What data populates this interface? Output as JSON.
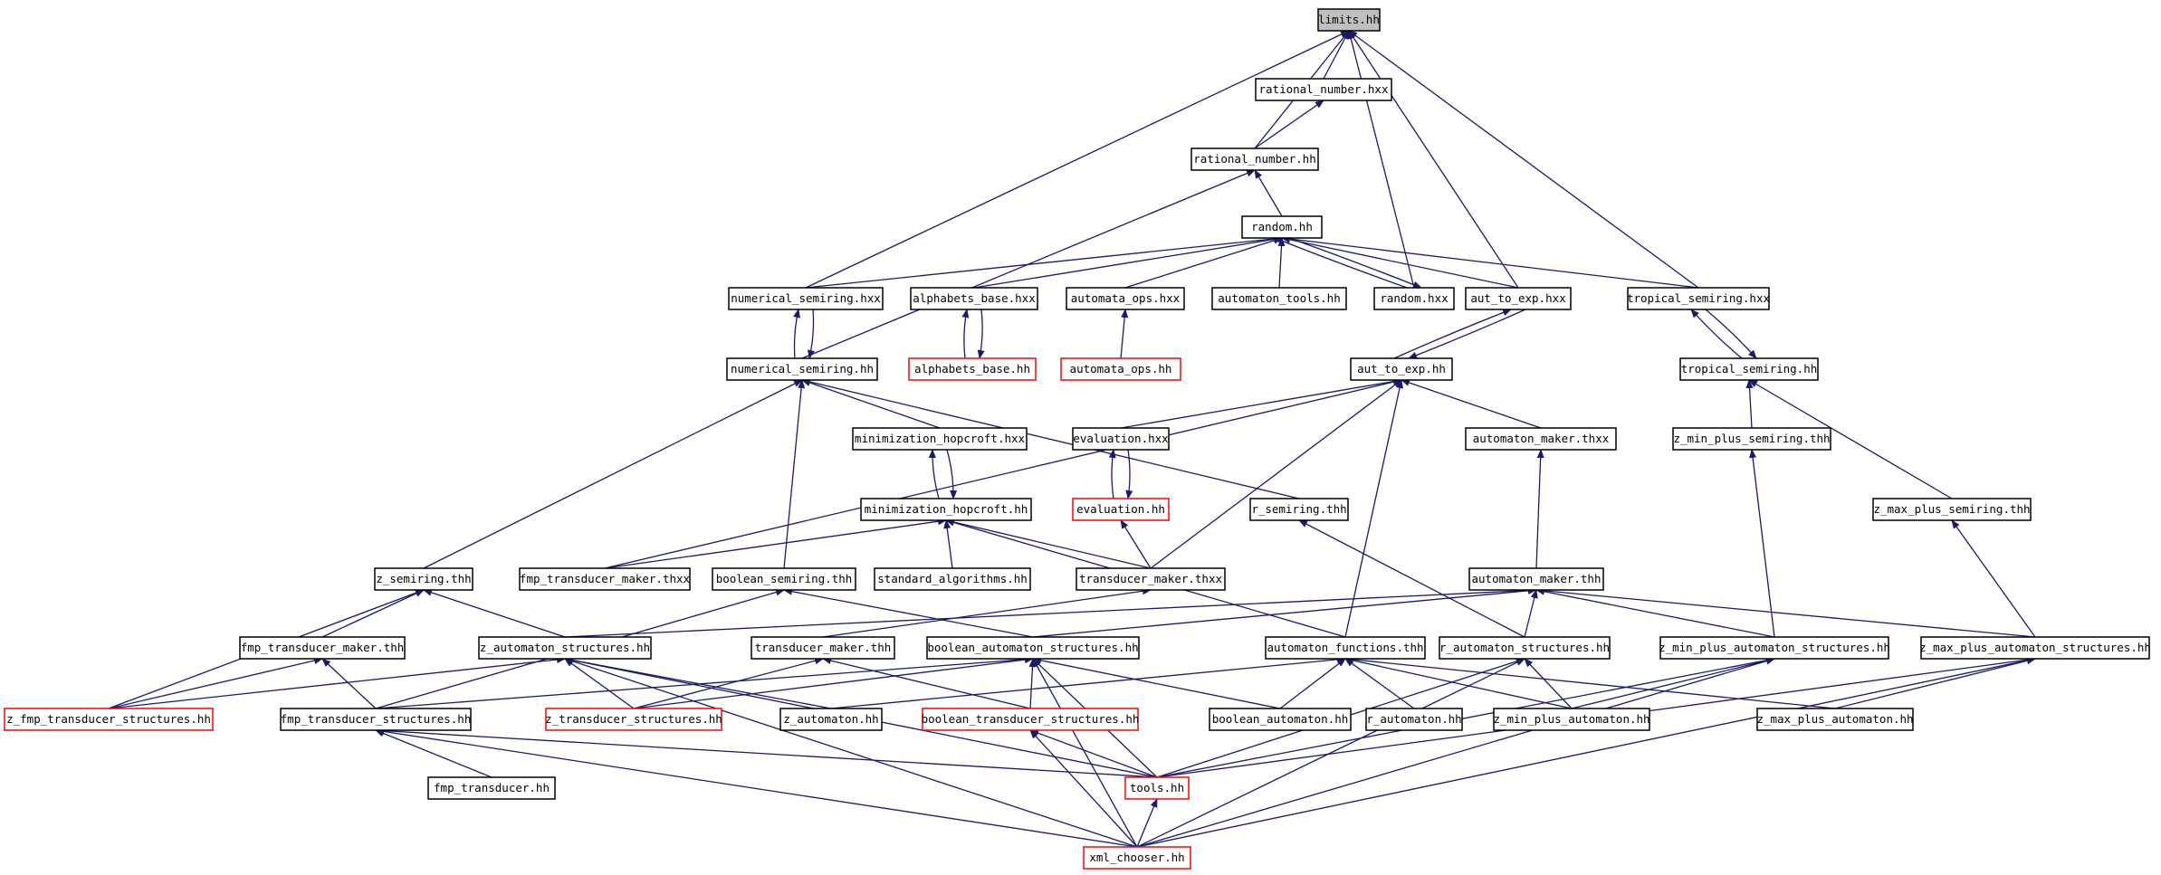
{
  "diagram": {
    "nodes": [
      {
        "id": "limits_hh",
        "label": "limits.hh",
        "style": "highlight"
      },
      {
        "id": "rational_number_hxx",
        "label": "rational_number.hxx",
        "style": "normal"
      },
      {
        "id": "rational_number_hh",
        "label": "rational_number.hh",
        "style": "normal"
      },
      {
        "id": "random_hh",
        "label": "random.hh",
        "style": "normal"
      },
      {
        "id": "numerical_semiring_hxx",
        "label": "numerical_semiring.hxx",
        "style": "normal"
      },
      {
        "id": "alphabets_base_hxx",
        "label": "alphabets_base.hxx",
        "style": "normal"
      },
      {
        "id": "automata_ops_hxx",
        "label": "automata_ops.hxx",
        "style": "normal"
      },
      {
        "id": "automaton_tools_hh",
        "label": "automaton_tools.hh",
        "style": "normal"
      },
      {
        "id": "random_hxx",
        "label": "random.hxx",
        "style": "normal"
      },
      {
        "id": "aut_to_exp_hxx",
        "label": "aut_to_exp.hxx",
        "style": "normal"
      },
      {
        "id": "tropical_semiring_hxx",
        "label": "tropical_semiring.hxx",
        "style": "normal"
      },
      {
        "id": "numerical_semiring_hh",
        "label": "numerical_semiring.hh",
        "style": "normal"
      },
      {
        "id": "alphabets_base_hh",
        "label": "alphabets_base.hh",
        "style": "red"
      },
      {
        "id": "automata_ops_hh",
        "label": "automata_ops.hh",
        "style": "red"
      },
      {
        "id": "aut_to_exp_hh",
        "label": "aut_to_exp.hh",
        "style": "normal"
      },
      {
        "id": "tropical_semiring_hh",
        "label": "tropical_semiring.hh",
        "style": "normal"
      },
      {
        "id": "minimization_hopcroft_hxx",
        "label": "minimization_hopcroft.hxx",
        "style": "normal"
      },
      {
        "id": "evaluation_hxx",
        "label": "evaluation.hxx",
        "style": "normal"
      },
      {
        "id": "automaton_maker_thxx",
        "label": "automaton_maker.thxx",
        "style": "normal"
      },
      {
        "id": "z_min_plus_semiring_thh",
        "label": "z_min_plus_semiring.thh",
        "style": "normal"
      },
      {
        "id": "minimization_hopcroft_hh",
        "label": "minimization_hopcroft.hh",
        "style": "normal"
      },
      {
        "id": "evaluation_hh",
        "label": "evaluation.hh",
        "style": "red"
      },
      {
        "id": "r_semiring_thh",
        "label": "r_semiring.thh",
        "style": "normal"
      },
      {
        "id": "z_max_plus_semiring_thh",
        "label": "z_max_plus_semiring.thh",
        "style": "normal"
      },
      {
        "id": "z_semiring_thh",
        "label": "z_semiring.thh",
        "style": "normal"
      },
      {
        "id": "fmp_transducer_maker_thxx",
        "label": "fmp_transducer_maker.thxx",
        "style": "normal"
      },
      {
        "id": "boolean_semiring_thh",
        "label": "boolean_semiring.thh",
        "style": "normal"
      },
      {
        "id": "standard_algorithms_hh",
        "label": "standard_algorithms.hh",
        "style": "normal"
      },
      {
        "id": "transducer_maker_thxx",
        "label": "transducer_maker.thxx",
        "style": "normal"
      },
      {
        "id": "automaton_maker_thh",
        "label": "automaton_maker.thh",
        "style": "normal"
      },
      {
        "id": "fmp_transducer_maker_thh",
        "label": "fmp_transducer_maker.thh",
        "style": "normal"
      },
      {
        "id": "z_automaton_structures_hh",
        "label": "z_automaton_structures.hh",
        "style": "normal"
      },
      {
        "id": "transducer_maker_thh",
        "label": "transducer_maker.thh",
        "style": "normal"
      },
      {
        "id": "boolean_automaton_structures_hh",
        "label": "boolean_automaton_structures.hh",
        "style": "normal"
      },
      {
        "id": "automaton_functions_thh",
        "label": "automaton_functions.thh",
        "style": "normal"
      },
      {
        "id": "r_automaton_structures_hh",
        "label": "r_automaton_structures.hh",
        "style": "normal"
      },
      {
        "id": "z_min_plus_automaton_structures_hh",
        "label": "z_min_plus_automaton_structures.hh",
        "style": "normal"
      },
      {
        "id": "z_max_plus_automaton_structures_hh",
        "label": "z_max_plus_automaton_structures.hh",
        "style": "normal"
      },
      {
        "id": "z_fmp_transducer_structures_hh",
        "label": "z_fmp_transducer_structures.hh",
        "style": "red"
      },
      {
        "id": "fmp_transducer_structures_hh",
        "label": "fmp_transducer_structures.hh",
        "style": "normal"
      },
      {
        "id": "z_transducer_structures_hh",
        "label": "z_transducer_structures.hh",
        "style": "red"
      },
      {
        "id": "z_automaton_hh",
        "label": "z_automaton.hh",
        "style": "normal"
      },
      {
        "id": "boolean_transducer_structures_hh",
        "label": "boolean_transducer_structures.hh",
        "style": "red"
      },
      {
        "id": "boolean_automaton_hh",
        "label": "boolean_automaton.hh",
        "style": "normal"
      },
      {
        "id": "r_automaton_hh",
        "label": "r_automaton.hh",
        "style": "normal"
      },
      {
        "id": "z_min_plus_automaton_hh",
        "label": "z_min_plus_automaton.hh",
        "style": "normal"
      },
      {
        "id": "z_max_plus_automaton_hh",
        "label": "z_max_plus_automaton.hh",
        "style": "normal"
      },
      {
        "id": "fmp_transducer_hh",
        "label": "fmp_transducer.hh",
        "style": "normal"
      },
      {
        "id": "tools_hh",
        "label": "tools.hh",
        "style": "red"
      },
      {
        "id": "xml_chooser_hh",
        "label": "xml_chooser.hh",
        "style": "red"
      }
    ],
    "edges": [
      [
        "rational_number_hxx",
        "limits_hh"
      ],
      [
        "rational_number_hh",
        "limits_hh"
      ],
      [
        "numerical_semiring_hxx",
        "limits_hh"
      ],
      [
        "random_hxx",
        "limits_hh"
      ],
      [
        "aut_to_exp_hxx",
        "limits_hh"
      ],
      [
        "tropical_semiring_hxx",
        "limits_hh"
      ],
      [
        "rational_number_hh",
        "rational_number_hxx"
      ],
      [
        "random_hh",
        "rational_number_hh"
      ],
      [
        "numerical_semiring_hh",
        "rational_number_hh"
      ],
      [
        "numerical_semiring_hxx",
        "random_hh"
      ],
      [
        "alphabets_base_hxx",
        "random_hh"
      ],
      [
        "automata_ops_hxx",
        "random_hh"
      ],
      [
        "automaton_tools_hh",
        "random_hh"
      ],
      [
        "random_hxx",
        "random_hh"
      ],
      [
        "random_hh",
        "random_hxx"
      ],
      [
        "aut_to_exp_hxx",
        "random_hh"
      ],
      [
        "tropical_semiring_hxx",
        "random_hh"
      ],
      [
        "numerical_semiring_hh",
        "numerical_semiring_hxx"
      ],
      [
        "numerical_semiring_hxx",
        "numerical_semiring_hh"
      ],
      [
        "alphabets_base_hh",
        "alphabets_base_hxx"
      ],
      [
        "alphabets_base_hxx",
        "alphabets_base_hh"
      ],
      [
        "automata_ops_hh",
        "automata_ops_hxx"
      ],
      [
        "aut_to_exp_hh",
        "aut_to_exp_hxx"
      ],
      [
        "aut_to_exp_hxx",
        "aut_to_exp_hh"
      ],
      [
        "tropical_semiring_hh",
        "tropical_semiring_hxx"
      ],
      [
        "tropical_semiring_hxx",
        "tropical_semiring_hh"
      ],
      [
        "minimization_hopcroft_hxx",
        "numerical_semiring_hh"
      ],
      [
        "r_semiring_thh",
        "numerical_semiring_hh"
      ],
      [
        "z_semiring_thh",
        "numerical_semiring_hh"
      ],
      [
        "boolean_semiring_thh",
        "numerical_semiring_hh"
      ],
      [
        "evaluation_hxx",
        "aut_to_exp_hh"
      ],
      [
        "automaton_maker_thxx",
        "aut_to_exp_hh"
      ],
      [
        "fmp_transducer_maker_thxx",
        "aut_to_exp_hh"
      ],
      [
        "transducer_maker_thxx",
        "aut_to_exp_hh"
      ],
      [
        "automaton_functions_thh",
        "aut_to_exp_hh"
      ],
      [
        "z_min_plus_semiring_thh",
        "tropical_semiring_hh"
      ],
      [
        "z_max_plus_semiring_thh",
        "tropical_semiring_hh"
      ],
      [
        "minimization_hopcroft_hh",
        "minimization_hopcroft_hxx"
      ],
      [
        "minimization_hopcroft_hxx",
        "minimization_hopcroft_hh"
      ],
      [
        "evaluation_hh",
        "evaluation_hxx"
      ],
      [
        "evaluation_hxx",
        "evaluation_hh"
      ],
      [
        "automaton_maker_thh",
        "automaton_maker_thxx"
      ],
      [
        "z_min_plus_automaton_structures_hh",
        "z_min_plus_semiring_thh"
      ],
      [
        "fmp_transducer_maker_thxx",
        "minimization_hopcroft_hh"
      ],
      [
        "standard_algorithms_hh",
        "minimization_hopcroft_hh"
      ],
      [
        "transducer_maker_thxx",
        "minimization_hopcroft_hh"
      ],
      [
        "automaton_functions_thh",
        "minimization_hopcroft_hh"
      ],
      [
        "transducer_maker_thxx",
        "evaluation_hh"
      ],
      [
        "r_automaton_structures_hh",
        "r_semiring_thh"
      ],
      [
        "z_max_plus_automaton_structures_hh",
        "z_max_plus_semiring_thh"
      ],
      [
        "fmp_transducer_maker_thh",
        "z_semiring_thh"
      ],
      [
        "z_automaton_structures_hh",
        "z_semiring_thh"
      ],
      [
        "z_fmp_transducer_structures_hh",
        "z_semiring_thh"
      ],
      [
        "boolean_automaton_structures_hh",
        "boolean_semiring_thh"
      ],
      [
        "fmp_transducer_structures_hh",
        "boolean_semiring_thh"
      ],
      [
        "transducer_maker_thh",
        "transducer_maker_thxx"
      ],
      [
        "z_automaton_structures_hh",
        "automaton_maker_thh"
      ],
      [
        "boolean_automaton_structures_hh",
        "automaton_maker_thh"
      ],
      [
        "r_automaton_structures_hh",
        "automaton_maker_thh"
      ],
      [
        "z_min_plus_automaton_structures_hh",
        "automaton_maker_thh"
      ],
      [
        "z_max_plus_automaton_structures_hh",
        "automaton_maker_thh"
      ],
      [
        "z_fmp_transducer_structures_hh",
        "fmp_transducer_maker_thh"
      ],
      [
        "fmp_transducer_structures_hh",
        "fmp_transducer_maker_thh"
      ],
      [
        "z_fmp_transducer_structures_hh",
        "z_automaton_structures_hh"
      ],
      [
        "z_transducer_structures_hh",
        "z_automaton_structures_hh"
      ],
      [
        "z_automaton_hh",
        "z_automaton_structures_hh"
      ],
      [
        "tools_hh",
        "z_automaton_structures_hh"
      ],
      [
        "xml_chooser_hh",
        "z_automaton_structures_hh"
      ],
      [
        "z_transducer_structures_hh",
        "transducer_maker_thh"
      ],
      [
        "boolean_transducer_structures_hh",
        "transducer_maker_thh"
      ],
      [
        "fmp_transducer_structures_hh",
        "boolean_automaton_structures_hh"
      ],
      [
        "z_transducer_structures_hh",
        "boolean_automaton_structures_hh"
      ],
      [
        "boolean_transducer_structures_hh",
        "boolean_automaton_structures_hh"
      ],
      [
        "boolean_automaton_hh",
        "boolean_automaton_structures_hh"
      ],
      [
        "tools_hh",
        "boolean_automaton_structures_hh"
      ],
      [
        "xml_chooser_hh",
        "boolean_automaton_structures_hh"
      ],
      [
        "z_automaton_hh",
        "automaton_functions_thh"
      ],
      [
        "boolean_automaton_hh",
        "automaton_functions_thh"
      ],
      [
        "r_automaton_hh",
        "automaton_functions_thh"
      ],
      [
        "z_min_plus_automaton_hh",
        "automaton_functions_thh"
      ],
      [
        "z_max_plus_automaton_hh",
        "automaton_functions_thh"
      ],
      [
        "z_min_plus_automaton_hh",
        "r_automaton_structures_hh"
      ],
      [
        "tools_hh",
        "r_automaton_structures_hh"
      ],
      [
        "xml_chooser_hh",
        "r_automaton_structures_hh"
      ],
      [
        "z_min_plus_automaton_hh",
        "z_min_plus_automaton_structures_hh"
      ],
      [
        "tools_hh",
        "z_min_plus_automaton_structures_hh"
      ],
      [
        "xml_chooser_hh",
        "z_min_plus_automaton_structures_hh"
      ],
      [
        "z_max_plus_automaton_hh",
        "z_max_plus_automaton_structures_hh"
      ],
      [
        "tools_hh",
        "z_max_plus_automaton_structures_hh"
      ],
      [
        "xml_chooser_hh",
        "z_max_plus_automaton_structures_hh"
      ],
      [
        "fmp_transducer_hh",
        "fmp_transducer_structures_hh"
      ],
      [
        "tools_hh",
        "fmp_transducer_structures_hh"
      ],
      [
        "xml_chooser_hh",
        "fmp_transducer_structures_hh"
      ],
      [
        "tools_hh",
        "boolean_transducer_structures_hh"
      ],
      [
        "xml_chooser_hh",
        "boolean_transducer_structures_hh"
      ],
      [
        "xml_chooser_hh",
        "tools_hh"
      ]
    ]
  }
}
